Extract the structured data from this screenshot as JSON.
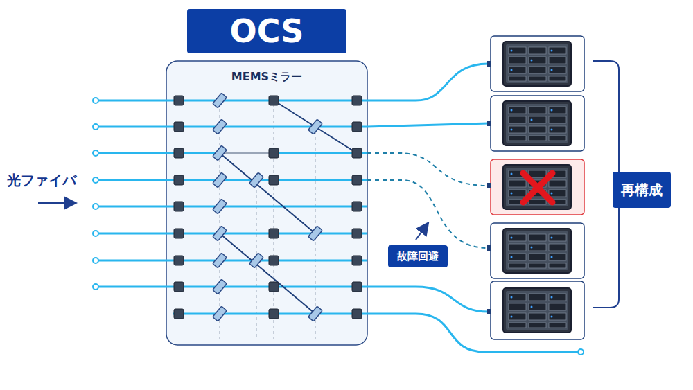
{
  "diagram": {
    "title": "OCS",
    "nodes": [
      {
        "text": [
          "MEMSミラー"
        ]
      },
      {
        "text": [
          "故障回避"
        ]
      },
      {
        "text": [
          "再構成"
        ]
      }
    ],
    "labels": [
      "光ファイバ"
    ]
  }
}
